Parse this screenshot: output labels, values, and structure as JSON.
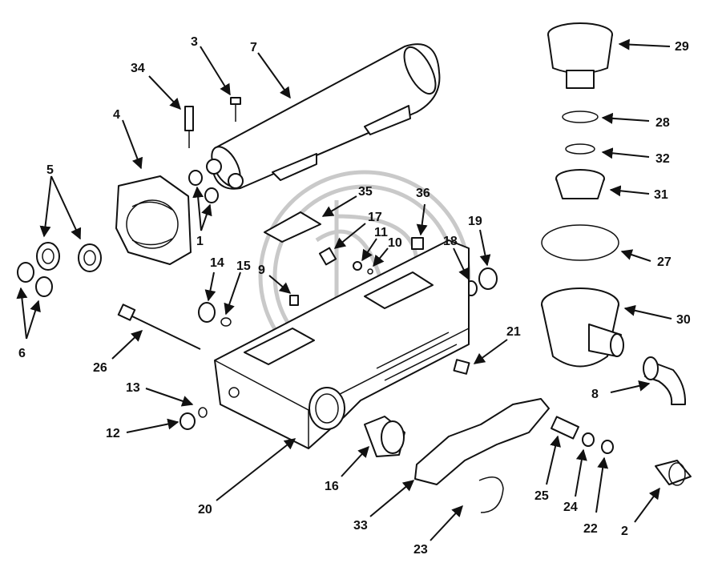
{
  "diagram": {
    "callouts": [
      "1",
      "2",
      "3",
      "4",
      "5",
      "6",
      "7",
      "8",
      "9",
      "10",
      "11",
      "12",
      "13",
      "14",
      "15",
      "16",
      "17",
      "18",
      "19",
      "20",
      "21",
      "22",
      "23",
      "24",
      "25",
      "26",
      "27",
      "28",
      "29",
      "30",
      "31",
      "32",
      "33",
      "34",
      "35",
      "36"
    ]
  },
  "colors": {
    "line": "#111111",
    "background": "#ffffff",
    "watermark": "#c9c9c9"
  }
}
